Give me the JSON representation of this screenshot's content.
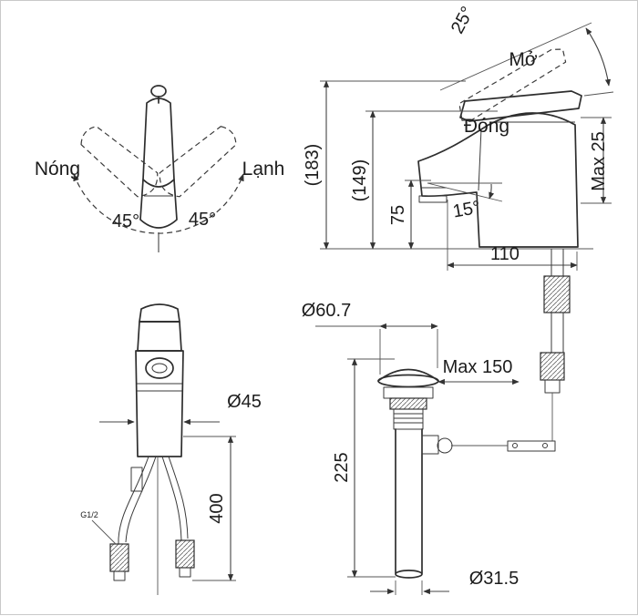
{
  "drawing": {
    "background": "#ffffff",
    "line_color": "#2e2e2e"
  },
  "handle_view": {
    "hot_label": "Nóng",
    "cold_label": "Lạnh",
    "left_swing_angle": "45°",
    "right_swing_angle": "45°"
  },
  "side_view": {
    "lever_open_angle": "25°",
    "open_label": "Mở",
    "closed_label": "Đóng",
    "overall_height": "(183)",
    "spout_height": "(149)",
    "outlet_height": "75",
    "spout_angle": "15°",
    "max_deck": "Max 25",
    "spout_reach": "110"
  },
  "front_view": {
    "body_diameter": "Ø45",
    "hose_length": "400",
    "thread_size": "G1/2"
  },
  "drain_view": {
    "flange_diameter": "Ø60.7",
    "max_rod_length": "Max 150",
    "body_height": "225",
    "pipe_diameter": "Ø31.5"
  }
}
